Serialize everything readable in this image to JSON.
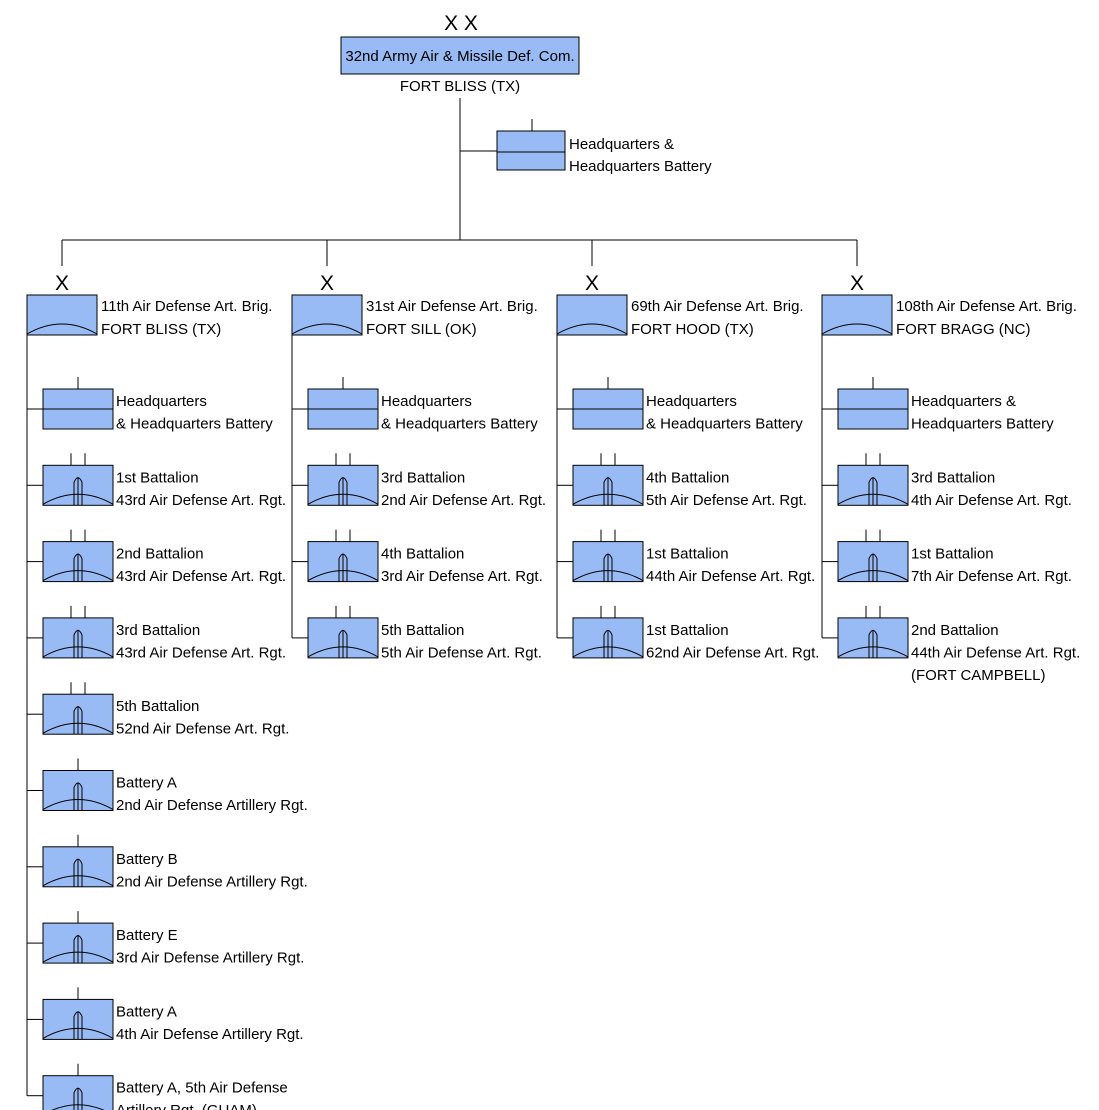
{
  "command": {
    "echelon": "X X",
    "name": "32nd Army Air & Missile Def. Com.",
    "location": "FORT BLISS (TX)",
    "hq": [
      "Headquarters &",
      "Headquarters Battery"
    ]
  },
  "brigades": [
    {
      "echelon": "X",
      "name": "11th Air Defense Art. Brig.",
      "location": "FORT BLISS (TX)",
      "units": [
        {
          "kind": "hq",
          "lines": [
            "Headquarters",
            "& Headquarters Battery"
          ]
        },
        {
          "kind": "battalion",
          "lines": [
            "1st Battalion",
            "43rd Air Defense Art. Rgt."
          ]
        },
        {
          "kind": "battalion",
          "lines": [
            "2nd Battalion",
            "43rd Air Defense Art. Rgt."
          ]
        },
        {
          "kind": "battalion",
          "lines": [
            "3rd Battalion",
            "43rd Air Defense Art. Rgt."
          ]
        },
        {
          "kind": "battalion",
          "lines": [
            "5th Battalion",
            "52nd Air Defense Art. Rgt."
          ]
        },
        {
          "kind": "battery",
          "lines": [
            "Battery A",
            "2nd Air Defense Artillery Rgt."
          ]
        },
        {
          "kind": "battery",
          "lines": [
            "Battery B",
            "2nd Air Defense Artillery Rgt."
          ]
        },
        {
          "kind": "battery",
          "lines": [
            "Battery E",
            "3rd Air Defense Artillery Rgt."
          ]
        },
        {
          "kind": "battery",
          "lines": [
            "Battery A",
            "4th Air Defense Artillery Rgt."
          ]
        },
        {
          "kind": "battery",
          "lines": [
            "Battery A, 5th Air Defense",
            "Artillery Rgt. (GUAM)"
          ]
        }
      ]
    },
    {
      "echelon": "X",
      "name": "31st Air Defense Art. Brig.",
      "location": "FORT SILL (OK)",
      "units": [
        {
          "kind": "hq",
          "lines": [
            "Headquarters",
            "& Headquarters Battery"
          ]
        },
        {
          "kind": "battalion",
          "lines": [
            "3rd Battalion",
            "2nd Air Defense Art. Rgt."
          ]
        },
        {
          "kind": "battalion",
          "lines": [
            "4th Battalion",
            "3rd Air Defense Art. Rgt."
          ]
        },
        {
          "kind": "battalion",
          "lines": [
            "5th Battalion",
            "5th Air Defense Art. Rgt."
          ]
        }
      ]
    },
    {
      "echelon": "X",
      "name": "69th Air Defense Art. Brig.",
      "location": "FORT HOOD (TX)",
      "units": [
        {
          "kind": "hq",
          "lines": [
            "Headquarters",
            "& Headquarters Battery"
          ]
        },
        {
          "kind": "battalion",
          "lines": [
            "4th Battalion",
            "5th Air Defense Art. Rgt."
          ]
        },
        {
          "kind": "battalion",
          "lines": [
            "1st Battalion",
            "44th Air Defense Art. Rgt."
          ]
        },
        {
          "kind": "battalion",
          "lines": [
            "1st Battalion",
            "62nd Air Defense Art. Rgt."
          ]
        }
      ]
    },
    {
      "echelon": "X",
      "name": "108th Air Defense Art. Brig.",
      "location": "FORT BRAGG (NC)",
      "units": [
        {
          "kind": "hq",
          "lines": [
            "Headquarters &",
            "Headquarters Battery"
          ]
        },
        {
          "kind": "battalion",
          "lines": [
            "3rd Battalion",
            "4th Air Defense Art. Rgt."
          ]
        },
        {
          "kind": "battalion",
          "lines": [
            "1st Battalion",
            "7th Air Defense Art. Rgt."
          ]
        },
        {
          "kind": "battalion",
          "lines": [
            "2nd Battalion",
            "44th Air Defense Art. Rgt.",
            "(FORT CAMPBELL)"
          ]
        }
      ]
    }
  ]
}
